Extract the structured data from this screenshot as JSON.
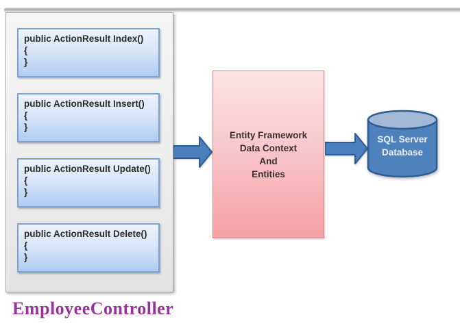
{
  "diagram": {
    "top_divider": "page-divider-line",
    "controller": {
      "label": "EmployeeController",
      "methods": [
        {
          "signature": "public ActionResult Index()",
          "brace_open": "{",
          "brace_close": "}"
        },
        {
          "signature": "public ActionResult Insert()",
          "brace_open": "{",
          "brace_close": "}"
        },
        {
          "signature": "public ActionResult Update()",
          "brace_open": "{",
          "brace_close": "}"
        },
        {
          "signature": "public ActionResult Delete()",
          "brace_open": "{",
          "brace_close": "}"
        }
      ]
    },
    "entity_framework_box": {
      "lines": [
        "Entity Framework",
        "Data Context",
        "And",
        "Entities"
      ]
    },
    "database": {
      "lines": [
        "SQL Server",
        "Database"
      ]
    },
    "colors": {
      "arrow_fill": "#4a7ebc",
      "arrow_stroke": "#2f5b93",
      "db_body_fill": "#4f81bd",
      "db_top_fill": "#a3b8d4",
      "db_stroke": "#2f5b93",
      "method_box_border": "#7ba2d4",
      "ef_box_border": "#c9868b",
      "controller_label_color": "#993399"
    }
  }
}
